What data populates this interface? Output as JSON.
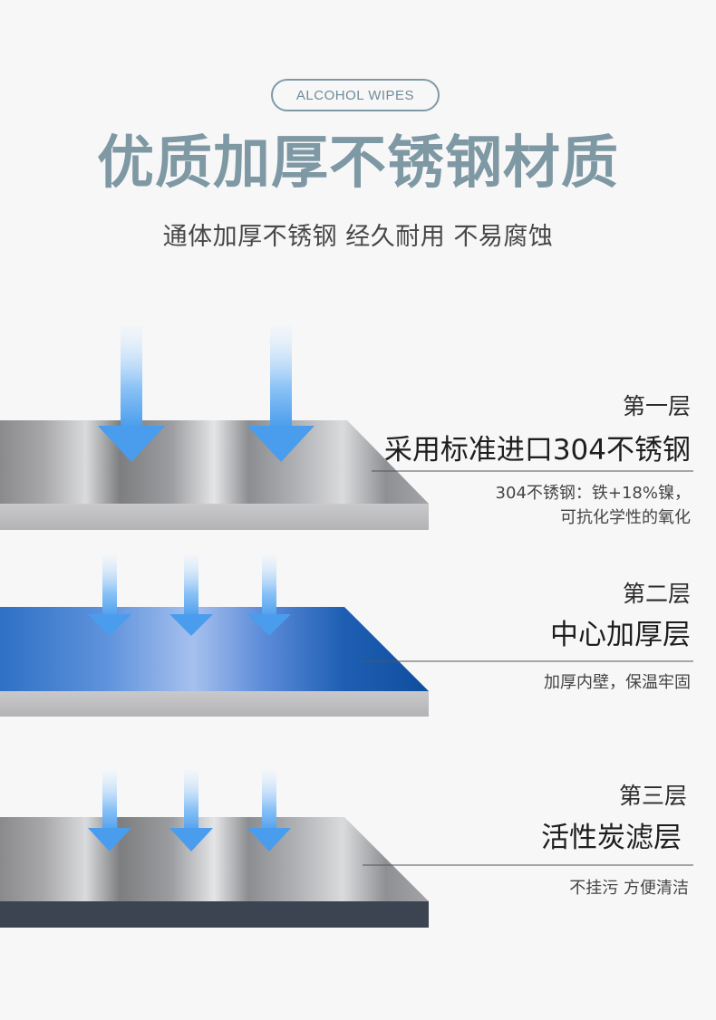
{
  "badge": "ALCOHOL WIPES",
  "headline": "优质加厚不锈钢材质",
  "subtitle": "通体加厚不锈钢 经久耐用 不易腐蚀",
  "colors": {
    "headline": "#7e98a4",
    "steel": "#8e8e8e",
    "blue_layer": "#1d5fb0",
    "arrow": "#5aa6ee",
    "base_dark": "#3b4450"
  },
  "layers": [
    {
      "name": "第一层",
      "title": "采用标准进口304不锈钢",
      "desc_lines": [
        "304不锈钢：铁+18%镍，",
        "可抗化学性的氧化"
      ]
    },
    {
      "name": "第二层",
      "title": "中心加厚层",
      "desc_lines": [
        "加厚内壁，保温牢固"
      ]
    },
    {
      "name": "第三层",
      "title": "活性炭滤层",
      "desc_lines": [
        "不挂污 方便清洁"
      ]
    }
  ]
}
